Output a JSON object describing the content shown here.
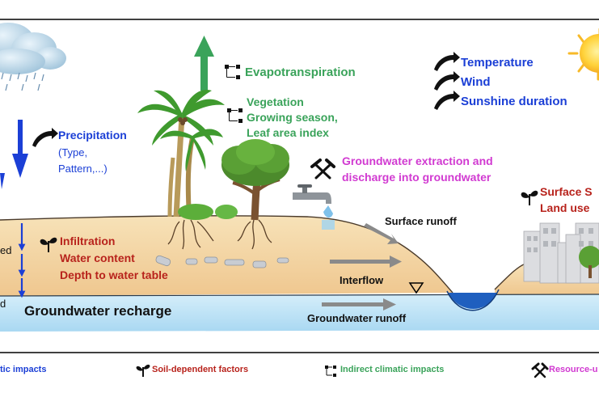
{
  "colors": {
    "climatic": "#1b3fd6",
    "indirect_climatic": "#3aa35a",
    "soil": "#b8231c",
    "resource_use": "#d13ad1",
    "soil_fill": "#f3d6a4",
    "groundwater_fill": "#bfe4f6"
  },
  "icons": {
    "climatic": "curved-arrow-icon",
    "indirect_climatic": "flow-diagram-icon",
    "soil": "seedling-icon",
    "resource_use": "hammer-pick-icon"
  },
  "labels": {
    "evapotranspiration": "Evapotranspiration",
    "vegetation": [
      "Vegetation",
      "Growing season,",
      "Leaf area index"
    ],
    "temperature": "Temperature",
    "wind": "Wind",
    "sunshine": "Sunshine duration",
    "precipitation": "Precipitation",
    "precipitation_detail": [
      "(Type,",
      "Pattern,...)"
    ],
    "groundwater_extraction": [
      "Groundwater extraction and",
      "discharge into groundwater"
    ],
    "surface_sealing": [
      "Surface S",
      "Land use"
    ],
    "infiltration": [
      "Infiltration",
      "Water content",
      "Depth to water table"
    ],
    "surface_runoff": "Surface runoff",
    "interflow": "Interflow",
    "groundwater_recharge": "Groundwater recharge",
    "groundwater_runoff": "Groundwater runoff",
    "left_cut_1": "ed",
    "left_cut_2": "d"
  },
  "legend": {
    "climatic": "tic impacts",
    "soil": "Soil-dependent factors",
    "indirect_climatic": "Indirect climatic impacts",
    "resource_use": "Resource-u"
  }
}
